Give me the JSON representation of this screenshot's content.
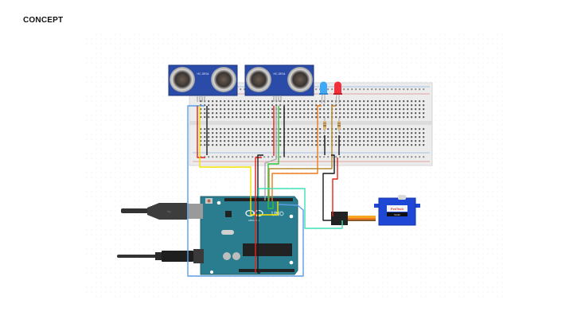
{
  "page": {
    "title": "CONCEPT"
  },
  "diagram": {
    "type": "circuit-breadboard-schematic",
    "components": [
      {
        "id": "ultrasonic-sensor-1",
        "kind": "ultrasonic sensor",
        "label": "HC-SR04"
      },
      {
        "id": "ultrasonic-sensor-2",
        "kind": "ultrasonic sensor",
        "label": "HC-SR04"
      },
      {
        "id": "led-blue",
        "kind": "LED",
        "color": "#3fa9f5"
      },
      {
        "id": "led-red",
        "kind": "LED",
        "color": "#f0303a"
      },
      {
        "id": "resistor-1",
        "kind": "resistor"
      },
      {
        "id": "resistor-2",
        "kind": "resistor"
      },
      {
        "id": "breadboard",
        "kind": "breadboard"
      },
      {
        "id": "arduino",
        "kind": "microcontroller",
        "label": "UNO",
        "brand": "ARDUINO"
      },
      {
        "id": "servo",
        "kind": "micro servo",
        "brand": "FeeTech",
        "model": "SG90"
      },
      {
        "id": "usb-cable",
        "kind": "USB cable"
      },
      {
        "id": "power-cable",
        "kind": "DC barrel power cable"
      }
    ],
    "wire_colors": {
      "red": "#e8231c",
      "black": "#1a1a1a",
      "yellow": "#f5e400",
      "blue": "#5b9ee6",
      "green": "#2fc43a",
      "gray": "#a8a8a8",
      "orange": "#f07a1a",
      "brown": "#b58a32",
      "teal": "#3fe0b5"
    },
    "colors": {
      "arduino_board": "#2a7d8e",
      "sensor_board": "#2b4ba8",
      "servo_body": "#1f47d6",
      "breadboard": "#e9e9e9"
    },
    "labels": {
      "sensor_label": "HC-SR04",
      "arduino_logo": "UNO",
      "arduino_brand": "ARDUINO",
      "servo_brand": "FeeTech",
      "servo_model": "SG90"
    }
  }
}
